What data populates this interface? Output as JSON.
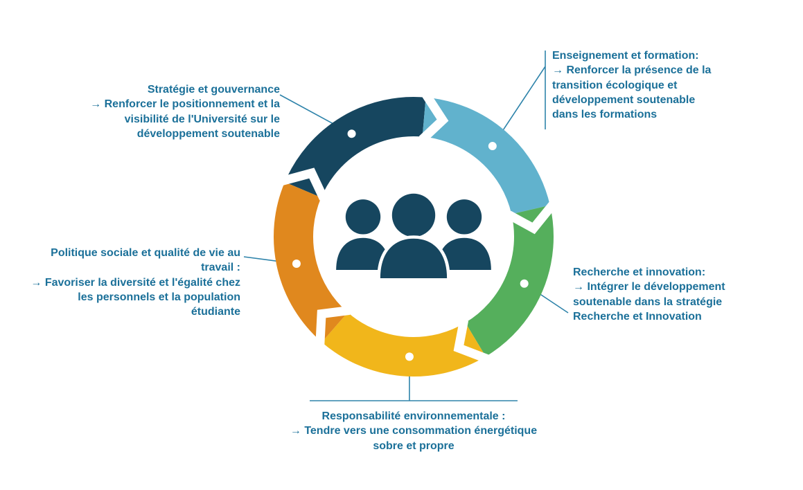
{
  "diagram": {
    "colors": {
      "navy": "#16465f",
      "light_blue": "#61b2cd",
      "green": "#55af5c",
      "yellow": "#f1b61b",
      "orange": "#e0881e",
      "text": "#1b7099",
      "line": "#2e83aa",
      "dot": "#ffffff",
      "gap": "#ffffff"
    },
    "center_icon": "people-group-icon",
    "segments": [
      {
        "name": "strategie-governance",
        "color_key": "navy"
      },
      {
        "name": "enseignement-formation",
        "color_key": "light_blue"
      },
      {
        "name": "recherche-innovation",
        "color_key": "green"
      },
      {
        "name": "responsabilite-environnementale",
        "color_key": "yellow"
      },
      {
        "name": "politique-sociale",
        "color_key": "orange"
      }
    ],
    "labels": [
      {
        "heading": "Stratégie et gouvernance",
        "body": "→ Renforcer le positionnement et la visibilité de l'Université sur le développement soutenable"
      },
      {
        "heading": "Enseignement et formation:",
        "body": "→ Renforcer la présence de la transition écologique et développement soutenable dans les formations"
      },
      {
        "heading": "Recherche et innovation:",
        "body": "→ Intégrer le développement soutenable dans la stratégie Recherche et Innovation"
      },
      {
        "heading": "Responsabilité environnementale :",
        "body": "→ Tendre vers une consommation énergétique sobre et propre"
      },
      {
        "heading": "Politique sociale et qualité de vie au travail :",
        "body": "→ Favoriser la diversité et l'égalité chez les personnels et la population étudiante"
      }
    ]
  }
}
